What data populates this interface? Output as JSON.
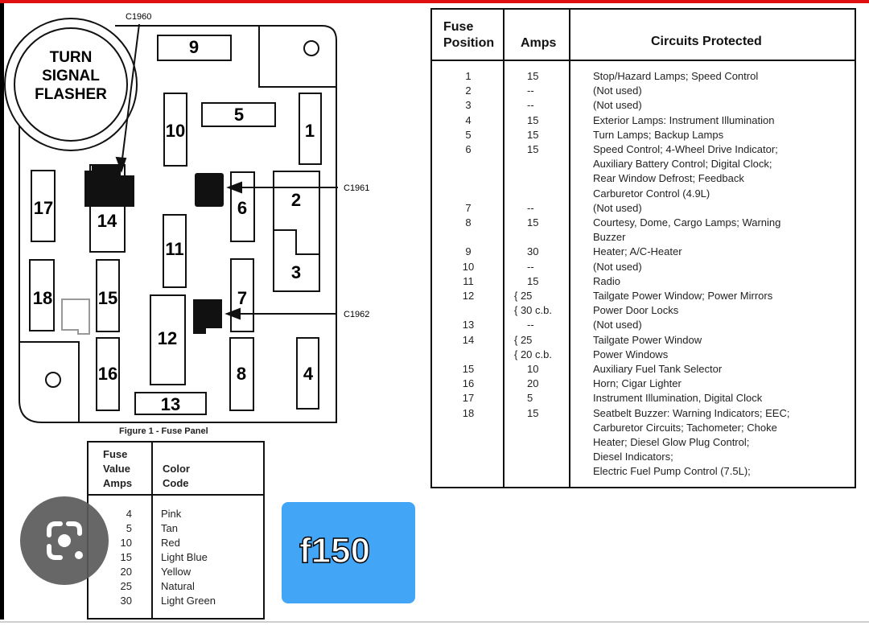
{
  "colors": {
    "top_bar": "#e01010",
    "tag_bg": "#42a5f5",
    "lens_bg": "#5a5a5a"
  },
  "panel": {
    "flasher_lines": [
      "TURN",
      "SIGNAL",
      "FLASHER"
    ],
    "connectors": {
      "c1960": "C1960",
      "c1961": "C1961",
      "c1962": "C1962"
    },
    "fuses": {
      "f1": "1",
      "f2": "2",
      "f3": "3",
      "f4": "4",
      "f5": "5",
      "f6": "6",
      "f7": "7",
      "f8": "8",
      "f9": "9",
      "f10": "10",
      "f11": "11",
      "f12": "12",
      "f13": "13",
      "f14": "14",
      "f15": "15",
      "f16": "16",
      "f17": "17",
      "f18": "18"
    },
    "caption": "Figure 1 - Fuse Panel"
  },
  "fuse_table": {
    "headers": {
      "position_1": "Fuse",
      "position_2": "Position",
      "amps": "Amps",
      "circuits": "Circuits Protected"
    },
    "rows": [
      {
        "pos": "1",
        "amps": "15",
        "circuits": [
          "Stop/Hazard Lamps; Speed Control"
        ]
      },
      {
        "pos": "2",
        "amps": "--",
        "circuits": [
          "(Not used)"
        ]
      },
      {
        "pos": "3",
        "amps": "--",
        "circuits": [
          "(Not used)"
        ]
      },
      {
        "pos": "4",
        "amps": "15",
        "circuits": [
          "Exterior Lamps: Instrument Illumination"
        ]
      },
      {
        "pos": "5",
        "amps": "15",
        "circuits": [
          "Turn Lamps; Backup Lamps"
        ]
      },
      {
        "pos": "6",
        "amps": "15",
        "circuits": [
          "Speed Control; 4-Wheel Drive Indicator;",
          "Auxiliary Battery Control; Digital Clock;",
          "Rear Window Defrost; Feedback",
          "Carburetor Control (4.9L)"
        ]
      },
      {
        "pos": "7",
        "amps": "--",
        "circuits": [
          "(Not used)"
        ]
      },
      {
        "pos": "8",
        "amps": "15",
        "circuits": [
          "Courtesy, Dome, Cargo Lamps; Warning",
          "Buzzer"
        ]
      },
      {
        "pos": "9",
        "amps": "30",
        "circuits": [
          "Heater; A/C-Heater"
        ]
      },
      {
        "pos": "10",
        "amps": "--",
        "circuits": [
          "(Not used)"
        ]
      },
      {
        "pos": "11",
        "amps": "15",
        "circuits": [
          "Radio"
        ]
      },
      {
        "pos": "12",
        "amps": "{ 25",
        "amps2": "{ 30 c.b.",
        "circuits": [
          "Tailgate Power Window; Power Mirrors",
          "Power Door Locks"
        ]
      },
      {
        "pos": "13",
        "amps": "--",
        "circuits": [
          "(Not used)"
        ]
      },
      {
        "pos": "14",
        "amps": "{ 25",
        "amps2": "{ 20 c.b.",
        "circuits": [
          "Tailgate Power Window",
          "Power Windows"
        ]
      },
      {
        "pos": "15",
        "amps": "10",
        "circuits": [
          "Auxiliary Fuel Tank Selector"
        ]
      },
      {
        "pos": "16",
        "amps": "20",
        "circuits": [
          "Horn; Cigar Lighter"
        ]
      },
      {
        "pos": "17",
        "amps": "5",
        "circuits": [
          "Instrument Illumination, Digital Clock"
        ]
      },
      {
        "pos": "18",
        "amps": "15",
        "circuits": [
          "Seatbelt Buzzer: Warning Indicators; EEC;",
          "Carburetor Circuits; Tachometer; Choke",
          "Heater; Diesel Glow Plug Control;",
          "Diesel Indicators;",
          "Electric Fuel Pump Control (7.5L);"
        ]
      }
    ]
  },
  "color_table": {
    "headers": {
      "value": [
        "Fuse",
        "Value",
        "Amps"
      ],
      "color": [
        "Color",
        "Code"
      ]
    },
    "rows": [
      {
        "amps": "4",
        "color": "Pink"
      },
      {
        "amps": "5",
        "color": "Tan"
      },
      {
        "amps": "10",
        "color": "Red"
      },
      {
        "amps": "15",
        "color": "Light Blue"
      },
      {
        "amps": "20",
        "color": "Yellow"
      },
      {
        "amps": "25",
        "color": "Natural"
      },
      {
        "amps": "30",
        "color": "Light Green"
      }
    ]
  },
  "overlay": {
    "tag_label": "f150",
    "lens_icon": "google-lens-icon"
  }
}
